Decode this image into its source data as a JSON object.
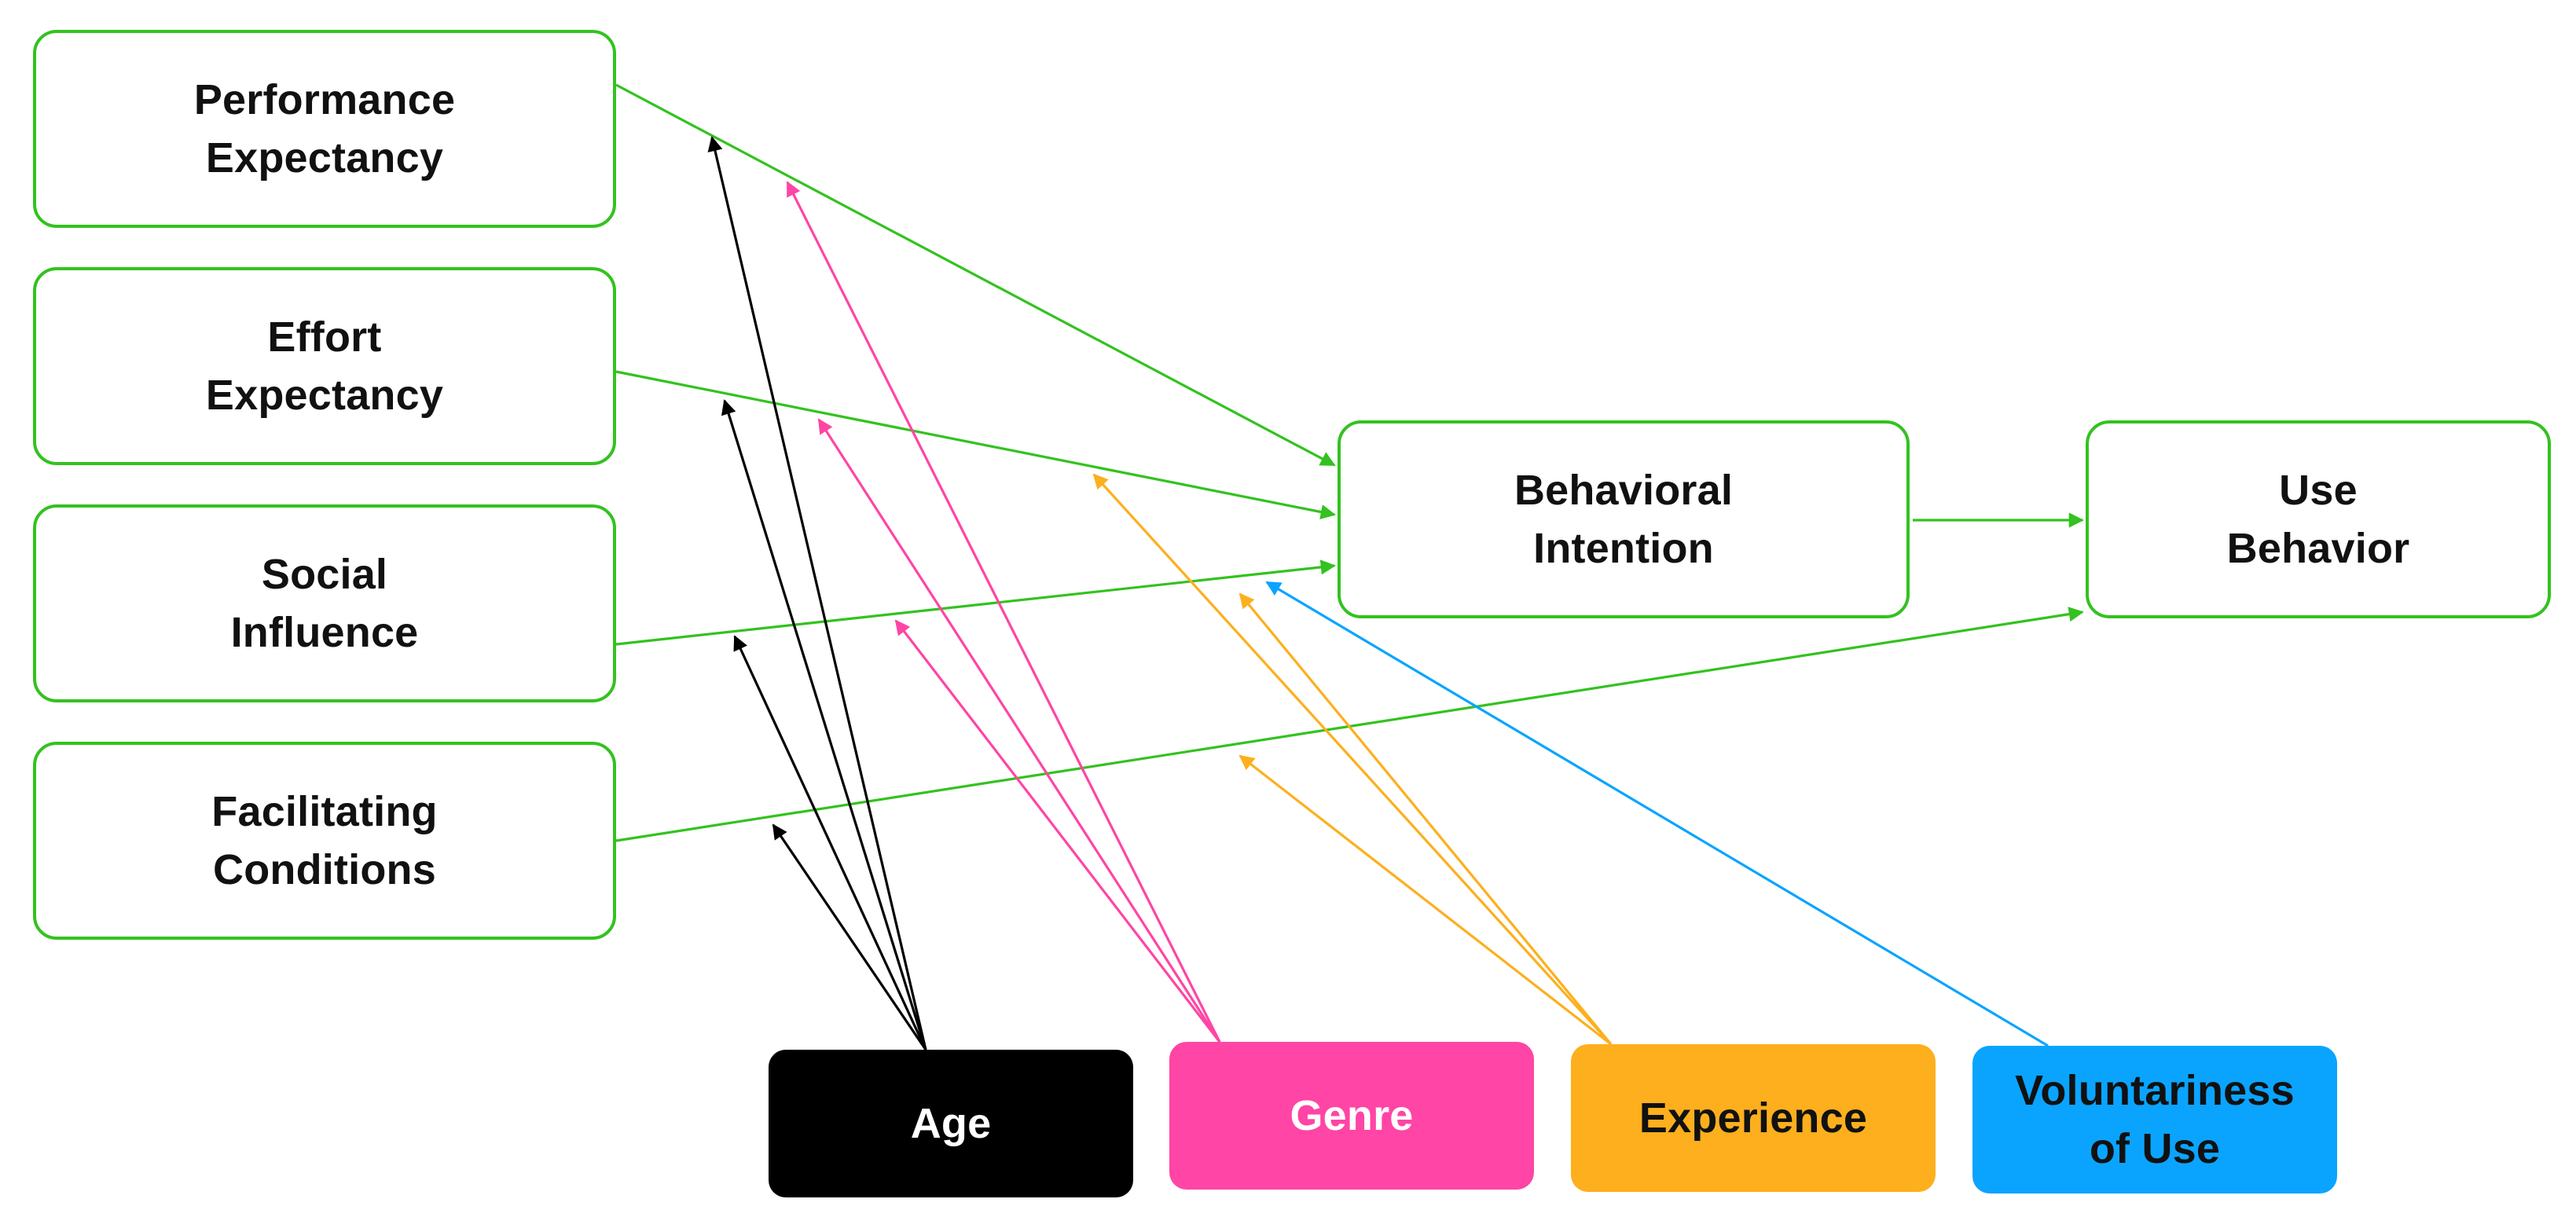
{
  "constructs": {
    "performance_expectancy": [
      "Performance",
      "Expectancy"
    ],
    "effort_expectancy": [
      "Effort",
      "Expectancy"
    ],
    "social_influence": [
      "Social",
      "Influence"
    ],
    "facilitating_conditions": [
      "Facilitating",
      "Conditions"
    ],
    "behavioral_intention": [
      "Behavioral",
      "Intention"
    ],
    "use_behavior": [
      "Use",
      "Behavior"
    ]
  },
  "moderators": {
    "age": [
      "Age",
      ""
    ],
    "genre": [
      "Genre",
      ""
    ],
    "experience": [
      "Experience",
      ""
    ],
    "voluntariness": [
      "Voluntariness",
      "of Use"
    ]
  },
  "colors": {
    "construct_border": "#33c21f",
    "path": "#33c21f",
    "age": "#000000",
    "genre": "#ff45a5",
    "experience": "#fdaf1d",
    "voluntariness": "#0aa4ff"
  },
  "relations": [
    {
      "from": "performance_expectancy",
      "to": "behavioral_intention"
    },
    {
      "from": "effort_expectancy",
      "to": "behavioral_intention"
    },
    {
      "from": "social_influence",
      "to": "behavioral_intention"
    },
    {
      "from": "facilitating_conditions",
      "to": "use_behavior"
    },
    {
      "from": "behavioral_intention",
      "to": "use_behavior"
    }
  ],
  "moderations": [
    {
      "moderator": "age",
      "target": "performance_expectancy"
    },
    {
      "moderator": "age",
      "target": "effort_expectancy"
    },
    {
      "moderator": "age",
      "target": "social_influence"
    },
    {
      "moderator": "age",
      "target": "facilitating_conditions"
    },
    {
      "moderator": "genre",
      "target": "performance_expectancy"
    },
    {
      "moderator": "genre",
      "target": "effort_expectancy"
    },
    {
      "moderator": "genre",
      "target": "social_influence"
    },
    {
      "moderator": "experience",
      "target": "effort_expectancy"
    },
    {
      "moderator": "experience",
      "target": "social_influence"
    },
    {
      "moderator": "experience",
      "target": "facilitating_conditions"
    },
    {
      "moderator": "voluntariness",
      "target": "social_influence"
    }
  ]
}
